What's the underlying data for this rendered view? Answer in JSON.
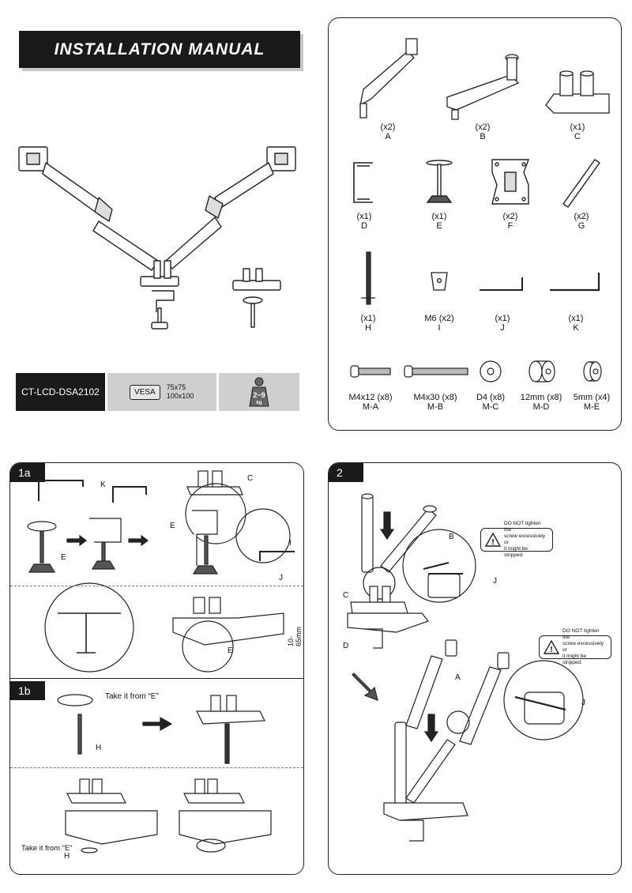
{
  "header": {
    "title": "INSTALLATION MANUAL"
  },
  "specs": {
    "model": "CT-LCD-DSA2102",
    "vesa_label": "VESA",
    "vesa_sizes": [
      "75x75",
      "100x100"
    ],
    "weight_range": "2~9",
    "weight_unit": "kg"
  },
  "parts": {
    "row1": [
      {
        "qty": "(x2)",
        "code": "A",
        "icon": "gas-spring-arm-icon"
      },
      {
        "qty": "(x2)",
        "code": "B",
        "icon": "lower-arm-icon"
      },
      {
        "qty": "(x1)",
        "code": "C",
        "icon": "base-mount-icon"
      }
    ],
    "row2": [
      {
        "qty": "(x1)",
        "code": "D",
        "icon": "c-clamp-icon"
      },
      {
        "qty": "(x1)",
        "code": "E",
        "icon": "clamp-screw-icon"
      },
      {
        "qty": "(x2)",
        "code": "F",
        "icon": "vesa-plate-icon"
      },
      {
        "qty": "(x2)",
        "code": "G",
        "icon": "cable-cover-icon"
      }
    ],
    "row3": [
      {
        "qty": "(x1)",
        "code": "H",
        "icon": "threaded-rod-icon"
      },
      {
        "qty": "M6 (x2)",
        "code": "I",
        "icon": "hex-bolt-icon"
      },
      {
        "qty": "(x1)",
        "code": "J",
        "icon": "allen-key-small-icon"
      },
      {
        "qty": "(x1)",
        "code": "K",
        "icon": "allen-key-large-icon"
      }
    ],
    "row4": [
      {
        "qty": "M4x12 (x8)",
        "code": "M-A",
        "icon": "short-screw-icon"
      },
      {
        "qty": "M4x30 (x8)",
        "code": "M-B",
        "icon": "long-screw-icon"
      },
      {
        "qty": "D4 (x8)",
        "code": "M-C",
        "icon": "washer-icon"
      },
      {
        "qty": "12mm (x8)",
        "code": "M-D",
        "icon": "spacer-long-icon"
      },
      {
        "qty": "5mm (x4)",
        "code": "M-E",
        "icon": "spacer-short-icon"
      }
    ]
  },
  "step1": {
    "tag_a": "1a",
    "tag_b": "1b",
    "labels": {
      "k": "K",
      "e1": "E",
      "c": "C",
      "e2": "E",
      "i": "I",
      "j": "J",
      "e3": "E",
      "h": "H",
      "h2": "H"
    },
    "thickness": "10-65mm",
    "take_from_e_1": "Take it from “E”",
    "take_from_e_2": "Take it from “E”"
  },
  "step2": {
    "tag": "2",
    "labels": {
      "b": "B",
      "j1": "J",
      "c": "C",
      "d": "D",
      "a": "A",
      "j2": "J"
    },
    "warning_1": [
      "DO NOT tighten the",
      "screw excessively or",
      "it might be stripped."
    ],
    "warning_2": [
      "DO NOT tighten the",
      "screw excessively or",
      "it might be stripped."
    ]
  }
}
